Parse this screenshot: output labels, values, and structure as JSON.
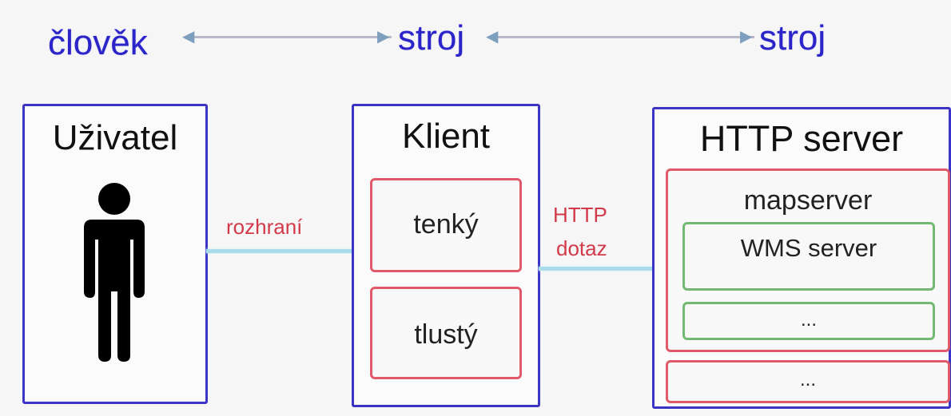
{
  "top": {
    "human": "člověk",
    "machine1": "stroj",
    "machine2": "stroj"
  },
  "user": {
    "title": "Uživatel",
    "figure_icon": "person-silhouette-icon"
  },
  "interface_label": "rozhraní",
  "client": {
    "title": "Klient",
    "thin": "tenký",
    "thick": "tlustý"
  },
  "request_label": {
    "line1": "HTTP",
    "line2": "dotaz"
  },
  "server": {
    "title": "HTTP server",
    "mapserver": "mapserver",
    "wms": "WMS server",
    "more1": "...",
    "more2": "..."
  },
  "colors": {
    "blue": "#3c35c4",
    "red": "#e05a6a",
    "green": "#74b874",
    "connector": "#a8dcea",
    "label_blue": "#2b25c9",
    "label_red": "#d23a4a"
  }
}
